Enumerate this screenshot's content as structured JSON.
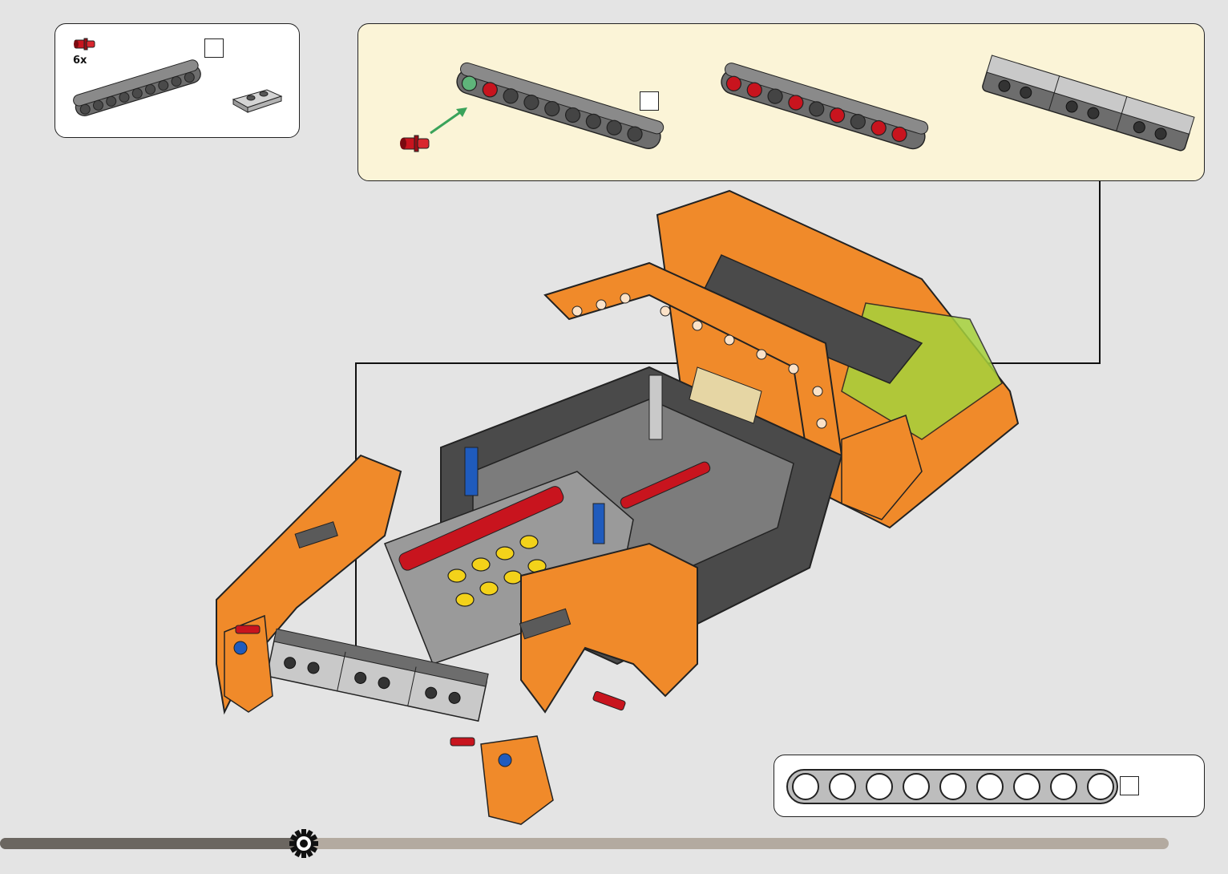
{
  "parts_list": {
    "items": [
      {
        "name": "red-pin",
        "quantity": "6x",
        "color": "#c8141e"
      },
      {
        "name": "gray-beam-9",
        "quantity": "",
        "color": "#6b6b6b"
      },
      {
        "name": "light-gray-plate",
        "quantity": "",
        "color": "#b5b5b5"
      }
    ]
  },
  "sub_assembly": {
    "background": "#fbf4d7",
    "arrow_color": "#3aa35a",
    "stages": [
      "insert-pin",
      "pins-inserted",
      "plates-attached"
    ]
  },
  "ruler": {
    "length": 9
  },
  "colors": {
    "orange": "#f08a2a",
    "dark_gray": "#4a4a4a",
    "medium_gray": "#7c7c7c",
    "light_gray": "#c9c9c9",
    "red": "#c8141e",
    "blue": "#1f5bbd",
    "yellow": "#f3d21a",
    "lime": "#a6d23c"
  },
  "progress": {
    "fraction": 0.26
  }
}
